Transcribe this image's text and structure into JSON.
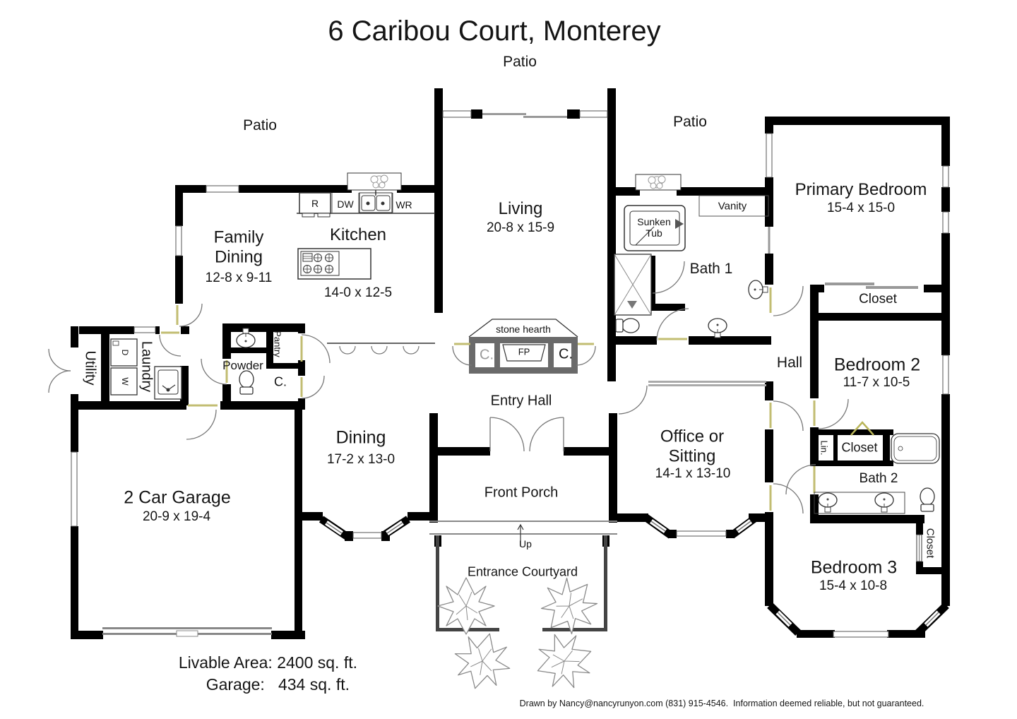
{
  "title": "6 Caribou Court, Monterey",
  "outdoor": {
    "patio_top": "Patio",
    "patio_left": "Patio",
    "patio_right": "Patio",
    "front_porch": "Front Porch",
    "up": "Up",
    "entrance_courtyard": "Entrance Courtyard"
  },
  "rooms": {
    "family_dining": {
      "name": "Family\nDining",
      "dims": "12-8 x 9-11"
    },
    "kitchen": {
      "name": "Kitchen",
      "dims": "14-0 x 12-5"
    },
    "living": {
      "name": "Living",
      "dims": "20-8 x 15-9"
    },
    "dining": {
      "name": "Dining",
      "dims": "17-2 x 13-0"
    },
    "office": {
      "name": "Office or\nSitting",
      "dims": "14-1 x 13-10"
    },
    "garage": {
      "name": "2 Car Garage",
      "dims": "20-9 x 19-4"
    },
    "primary_bedroom": {
      "name": "Primary Bedroom",
      "dims": "15-4 x 15-0"
    },
    "bedroom2": {
      "name": "Bedroom 2",
      "dims": "11-7 x 10-5"
    },
    "bedroom3": {
      "name": "Bedroom 3",
      "dims": "15-4 x 10-8"
    },
    "bath1": {
      "name": "Bath 1"
    },
    "bath2": {
      "name": "Bath 2"
    },
    "entry_hall": {
      "name": "Entry Hall"
    },
    "hall": {
      "name": "Hall"
    },
    "utility": {
      "name": "Utility"
    },
    "laundry": {
      "name": "Laundry"
    },
    "powder": {
      "name": "Powder"
    },
    "pantry": {
      "name": "Pantry"
    }
  },
  "features": {
    "stone_hearth": "stone hearth",
    "fireplace": "FP",
    "sunken_tub": "Sunken\nTub",
    "vanity": "Vanity",
    "closet_primary": "Closet",
    "closet_hall": "Closet",
    "closet_bedroom3": "Closet",
    "linen": "Lin.",
    "closet_abbr_pantry": "C.",
    "closet_abbr_hearth_left": "C.",
    "closet_abbr_hearth_right": "C."
  },
  "appliances": {
    "refrigerator": "R",
    "dishwasher": "DW",
    "wr": "WR",
    "washer": "W",
    "dryer": "D"
  },
  "footer": {
    "livable_area": "Livable Area: 2400 sq. ft.",
    "garage_area": "Garage:   434 sq. ft.",
    "credit": "Drawn by Nancy@nancyrunyon.com (831) 915-4546.  Information deemed reliable, but not guaranteed."
  }
}
